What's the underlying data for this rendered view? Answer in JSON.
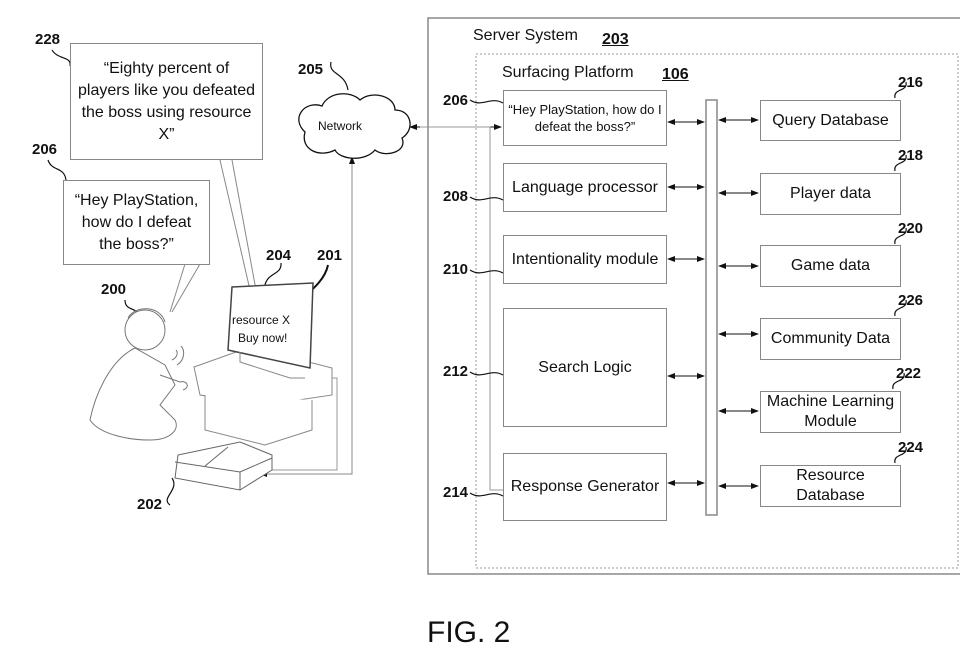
{
  "figure_label": "FIG. 2",
  "server_system": {
    "title": "Server System",
    "ref": "203"
  },
  "surfacing_platform": {
    "title": "Surfacing Platform",
    "ref": "106"
  },
  "modules": [
    {
      "ref": "206",
      "label": "“Hey PlayStation, how do I defeat the boss?”"
    },
    {
      "ref": "208",
      "label": "Language processor"
    },
    {
      "ref": "210",
      "label": "Intentionality module"
    },
    {
      "ref": "212",
      "label": "Search Logic"
    },
    {
      "ref": "214",
      "label": "Response Generator"
    }
  ],
  "data_stores": [
    {
      "ref": "216",
      "label": "Query Database"
    },
    {
      "ref": "218",
      "label": "Player data"
    },
    {
      "ref": "220",
      "label": "Game data"
    },
    {
      "ref": "226",
      "label": "Community Data"
    },
    {
      "ref": "222",
      "label": "Machine Learning Module"
    },
    {
      "ref": "224",
      "label": "Resource Database"
    }
  ],
  "network": {
    "label": "Network",
    "ref": "205"
  },
  "callouts": {
    "response": {
      "ref": "228",
      "text": "“Eighty percent of players like you defeated the boss using resource X”"
    },
    "query": {
      "ref": "206",
      "text": "“Hey PlayStation, how do I defeat the boss?”"
    }
  },
  "scene": {
    "user_ref": "200",
    "display_ref": "204",
    "ad_ref": "201",
    "console_ref": "202",
    "screen_text_1": "resource X",
    "screen_text_2": "Buy now!"
  }
}
